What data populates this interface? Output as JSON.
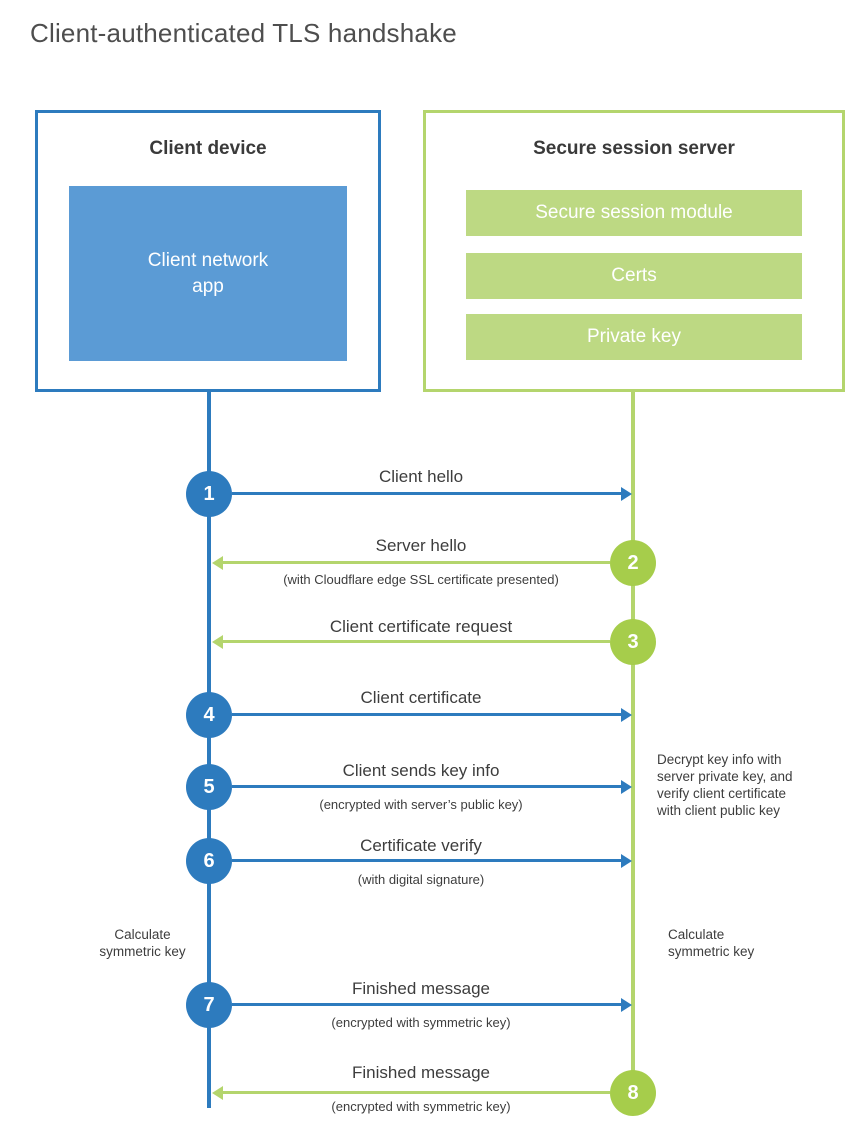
{
  "title": "Client-authenticated TLS handshake",
  "colors": {
    "blue_line": "#2d7bbe",
    "blue_fill": "#5b9bd5",
    "green_line": "#b4d56d",
    "green_fill": "#bdd983",
    "green_circle": "#a6cd4b",
    "text_dark": "#3d3d3d",
    "text_white": "#ffffff"
  },
  "client": {
    "title": "Client device",
    "app_label": "Client network\napp"
  },
  "server": {
    "title": "Secure session server",
    "modules": [
      "Secure session module",
      "Certs",
      "Private key"
    ]
  },
  "steps": [
    {
      "num": "1",
      "label": "Client hello",
      "subtitle": "",
      "direction": "client-to-server",
      "actor": "client"
    },
    {
      "num": "2",
      "label": "Server hello",
      "subtitle": "(with Cloudflare edge SSL certificate presented)",
      "direction": "server-to-client",
      "actor": "server"
    },
    {
      "num": "3",
      "label": "Client certificate request",
      "subtitle": "",
      "direction": "server-to-client",
      "actor": "server"
    },
    {
      "num": "4",
      "label": "Client certificate",
      "subtitle": "",
      "direction": "client-to-server",
      "actor": "client"
    },
    {
      "num": "5",
      "label": "Client sends key info",
      "subtitle": "(encrypted with server’s public key)",
      "direction": "client-to-server",
      "actor": "client"
    },
    {
      "num": "6",
      "label": "Certificate verify",
      "subtitle": "(with digital signature)",
      "direction": "client-to-server",
      "actor": "client"
    },
    {
      "num": "7",
      "label": "Finished message",
      "subtitle": "(encrypted with symmetric key)",
      "direction": "client-to-server",
      "actor": "client"
    },
    {
      "num": "8",
      "label": "Finished message",
      "subtitle": "(encrypted with symmetric key)",
      "direction": "server-to-client",
      "actor": "server"
    }
  ],
  "annotations": {
    "decrypt_note": "Decrypt key info with\nserver private key, and\nverify client certificate\nwith client public key",
    "calc_left": "Calculate\nsymmetric key",
    "calc_right": "Calculate\nsymmetric key"
  }
}
